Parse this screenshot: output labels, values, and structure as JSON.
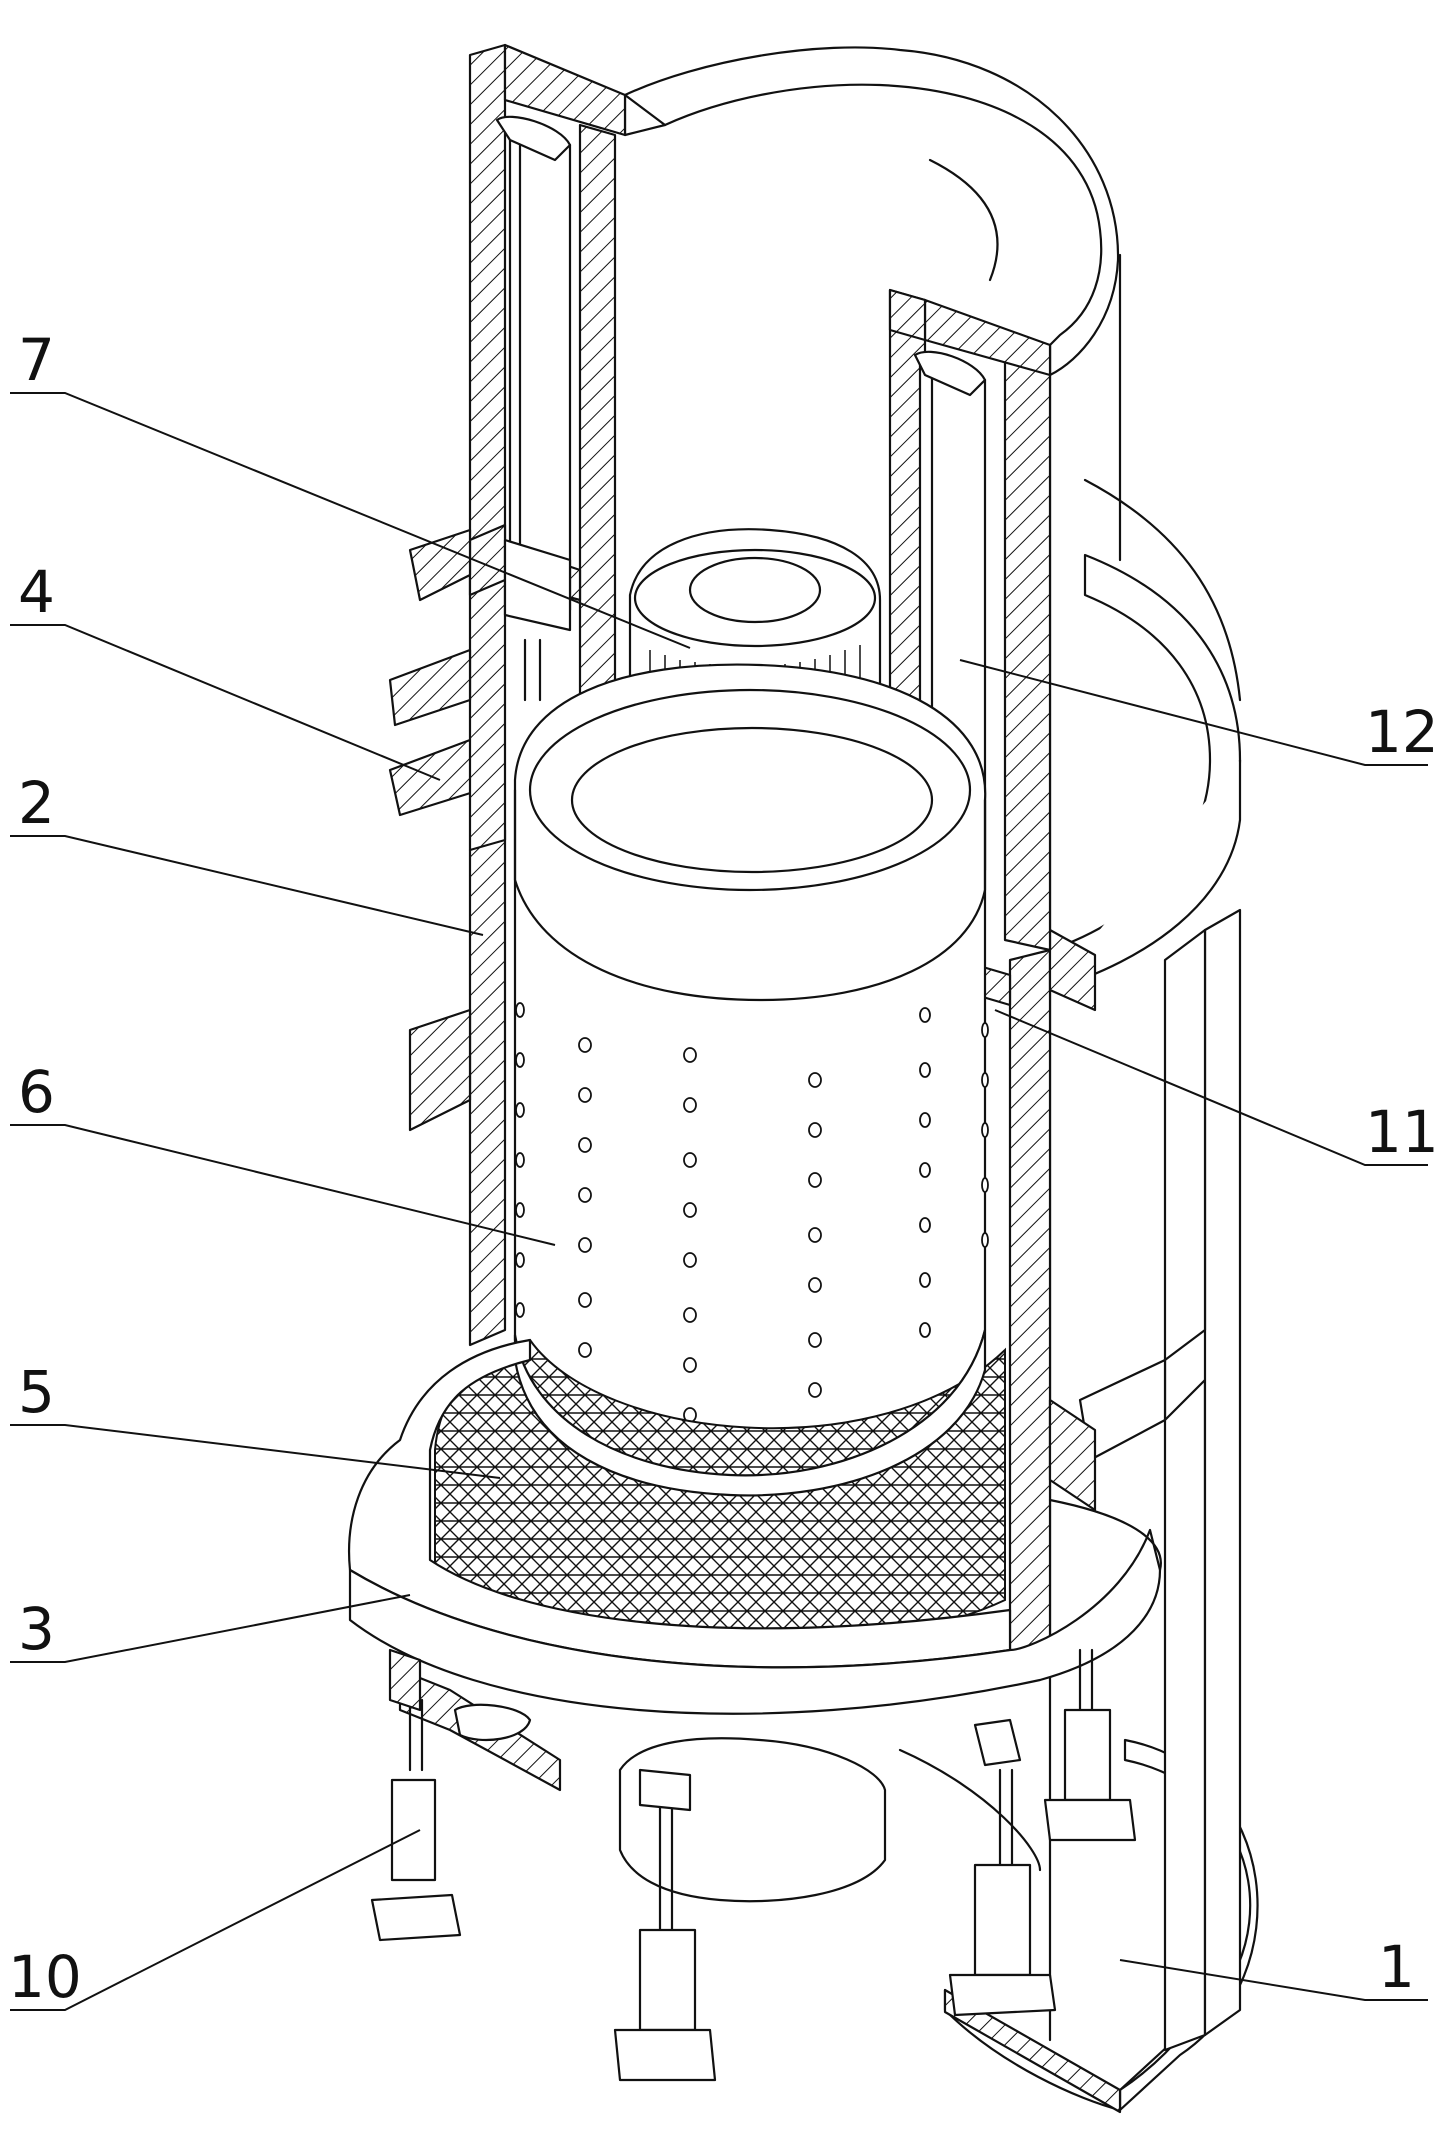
{
  "callouts": [
    {
      "id": "7",
      "text": "7"
    },
    {
      "id": "4",
      "text": "4"
    },
    {
      "id": "2",
      "text": "2"
    },
    {
      "id": "6",
      "text": "6"
    },
    {
      "id": "5",
      "text": "5"
    },
    {
      "id": "3",
      "text": "3"
    },
    {
      "id": "10",
      "text": "10"
    },
    {
      "id": "12",
      "text": "12"
    },
    {
      "id": "11",
      "text": "11"
    },
    {
      "id": "1",
      "text": "1"
    }
  ]
}
